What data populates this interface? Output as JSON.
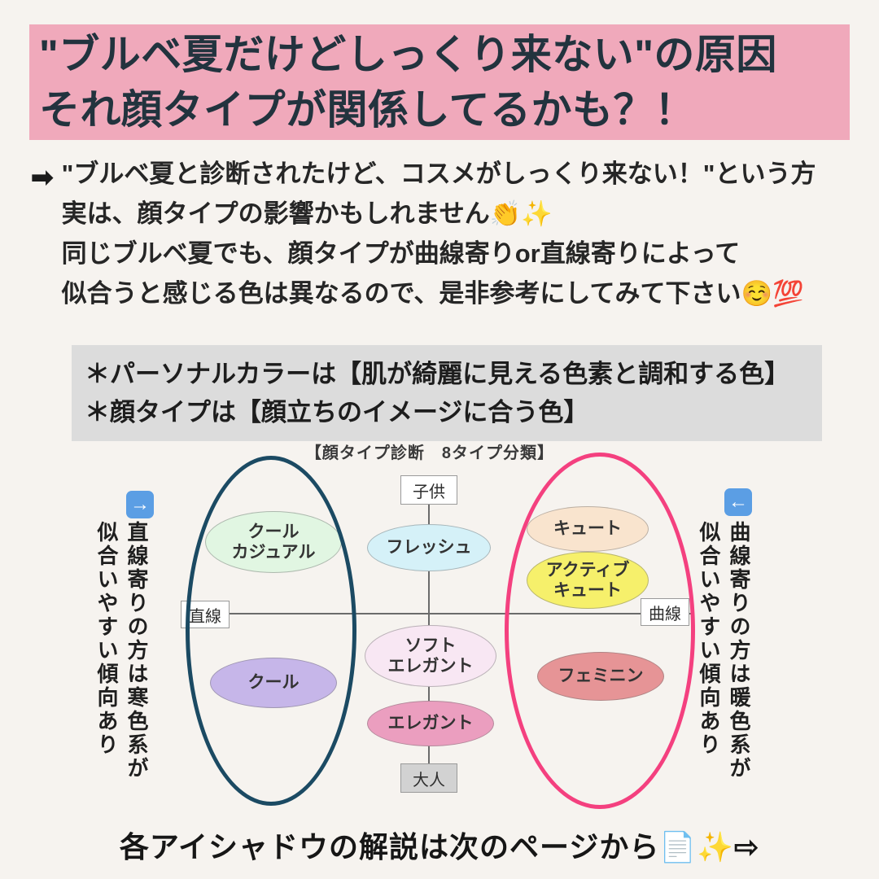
{
  "colors": {
    "page_bg": "#f6f3ef",
    "header_bg": "#f0a9bb",
    "header_text": "#22333e",
    "note_box_bg": "#dcdcdc",
    "navy_group_circle": "#1b4a63",
    "pink_group_circle": "#f4407f",
    "arrow_badge_bg": "#5b9ee4"
  },
  "header": {
    "line1": "\"ブルベ夏だけどしっくり来ない\"の原因",
    "line2": "それ顔タイプが関係してるかも？！"
  },
  "intro": {
    "arrow": "➡",
    "line1": "\"ブルベ夏と診断されたけど、コスメがしっくり来ない！\"という方",
    "line2": "実は、顔タイプの影響かもしれません👏✨",
    "line3": "同じブルベ夏でも、顔タイプが曲線寄りor直線寄りによって",
    "line4": "似合うと感じる色は異なるので、是非参考にしてみて下さい☺️💯"
  },
  "notes": {
    "line1": "＊パーソナルカラーは【肌が綺麗に見える色素と調和する色】",
    "line2": "＊顔タイプは【顔立ちのイメージに合う色】"
  },
  "chart": {
    "title": "【顔タイプ診断　8タイプ分類】",
    "axis": {
      "top": "子供",
      "bottom": "大人",
      "left": "直線",
      "right": "曲線"
    },
    "types": [
      {
        "label": "クール\nカジュアル",
        "color": "#e1f6e2"
      },
      {
        "label": "フレッシュ",
        "color": "#d5f1f8"
      },
      {
        "label": "キュート",
        "color": "#f9e4ce"
      },
      {
        "label": "アクティブ\nキュート",
        "color": "#f6f06b"
      },
      {
        "label": "ソフト\nエレガント",
        "color": "#f8e7f3"
      },
      {
        "label": "クール",
        "color": "#c6b6e9"
      },
      {
        "label": "フェミニン",
        "color": "#e69496"
      },
      {
        "label": "エレガント",
        "color": "#eb9ebf"
      }
    ]
  },
  "sides": {
    "left": {
      "arrow": "→",
      "text": "直線寄りの方は寒色系が似合いやすい傾向あり"
    },
    "right": {
      "arrow": "←",
      "text": "曲線寄りの方は暖色系が似合いやすい傾向あり"
    }
  },
  "footer": {
    "text": "各アイシャドウの解説は次のページから📄✨⇨"
  }
}
